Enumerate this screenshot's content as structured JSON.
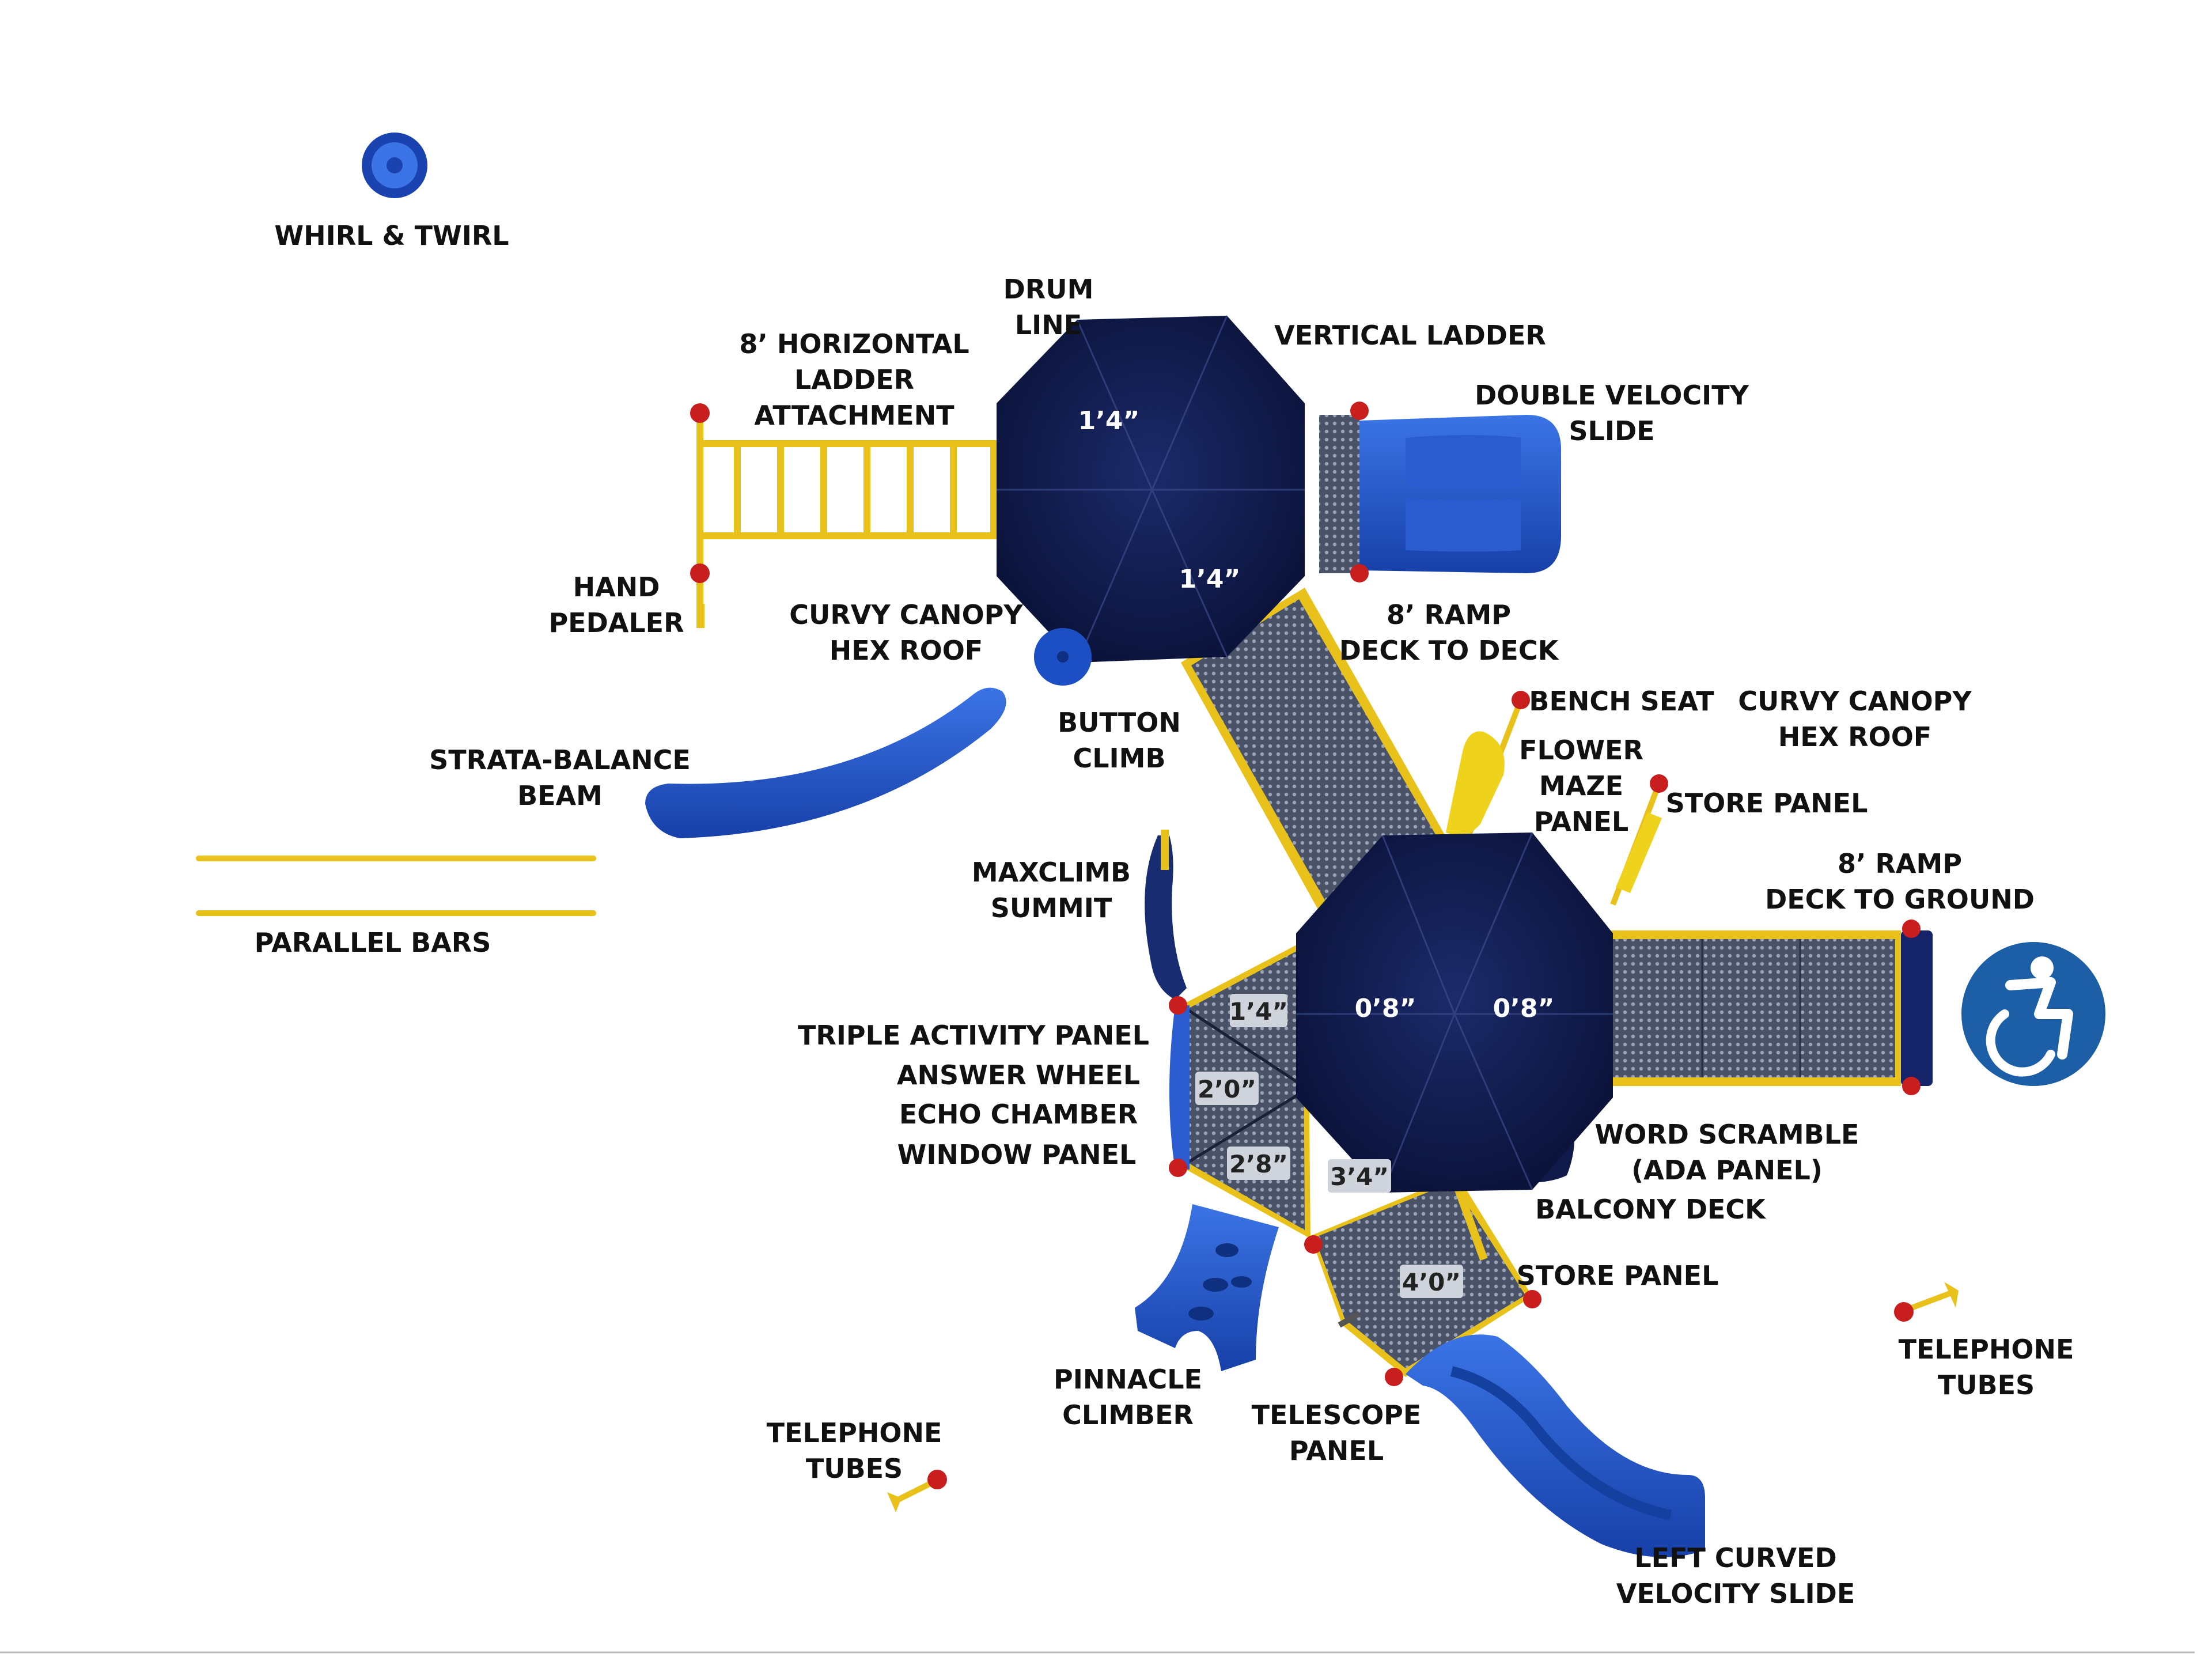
{
  "colors": {
    "roof": "#0f1a4a",
    "roof_line": "#3a4a8a",
    "plastic_blue": "#1d4fc4",
    "plastic_blue_light": "#3b74e6",
    "steel_yellow": "#f2cf1d",
    "deck_grey": "#7c8596",
    "deck_dark": "#2d3446",
    "bolt_red": "#c81e1e",
    "ada_blue": "#1c5fa6",
    "footer_line": "#bbbbbb"
  },
  "icons": {
    "accessibility": "wheelchair-accessibility-icon"
  },
  "labels": {
    "whirl_twirl": "WHIRL & TWIRL",
    "drum_line": [
      "DRUM",
      "LINE"
    ],
    "horizontal_ladder": [
      "8’ HORIZONTAL",
      "LADDER",
      "ATTACHMENT"
    ],
    "vertical_ladder": "VERTICAL LADDER",
    "double_velocity_slide": [
      "DOUBLE VELOCITY",
      "SLIDE"
    ],
    "hand_pedaler": [
      "HAND",
      "PEDALER"
    ],
    "curvy_canopy_top": [
      "CURVY CANOPY",
      "HEX ROOF"
    ],
    "ramp_deck_to_deck": [
      "8’ RAMP",
      "DECK TO DECK"
    ],
    "bench_seat": "BENCH SEAT",
    "curvy_canopy_right": [
      "CURVY CANOPY",
      "HEX ROOF"
    ],
    "flower_maze_panel": [
      "FLOWER",
      "MAZE",
      "PANEL"
    ],
    "button_climb": [
      "BUTTON",
      "CLIMB"
    ],
    "store_panel_top": "STORE PANEL",
    "strata_balance_beam": [
      "STRATA-BALANCE",
      "BEAM"
    ],
    "ramp_deck_to_ground": [
      "8’ RAMP",
      "DECK TO GROUND"
    ],
    "maxclimb_summit": [
      "MAXCLIMB",
      "SUMMIT"
    ],
    "parallel_bars": "PARALLEL BARS",
    "triple_activity_panel": "TRIPLE ACTIVITY PANEL",
    "answer_wheel": "ANSWER WHEEL",
    "echo_chamber": "ECHO CHAMBER",
    "window_panel": "WINDOW PANEL",
    "word_scramble": [
      "WORD SCRAMBLE",
      "(ADA PANEL)"
    ],
    "balcony_deck": "BALCONY DECK",
    "store_panel_bottom": "STORE PANEL",
    "telephone_tubes_right": [
      "TELEPHONE",
      "TUBES"
    ],
    "pinnacle_climber": [
      "PINNACLE",
      "CLIMBER"
    ],
    "telescope_panel": [
      "TELESCOPE",
      "PANEL"
    ],
    "telephone_tubes_left": [
      "TELEPHONE",
      "TUBES"
    ],
    "left_curved_velocity_slide": [
      "LEFT CURVED",
      "VELOCITY SLIDE"
    ]
  },
  "heights": {
    "top_roof_upper": "1’4”",
    "top_roof_lower": "1’4”",
    "main_roof_left": "0’8”",
    "main_roof_right": "0’8”",
    "deck_a": "1’4”",
    "deck_b": "2’0”",
    "deck_c": "2’8”",
    "deck_d": "3’4”",
    "deck_e": "4’0”"
  }
}
